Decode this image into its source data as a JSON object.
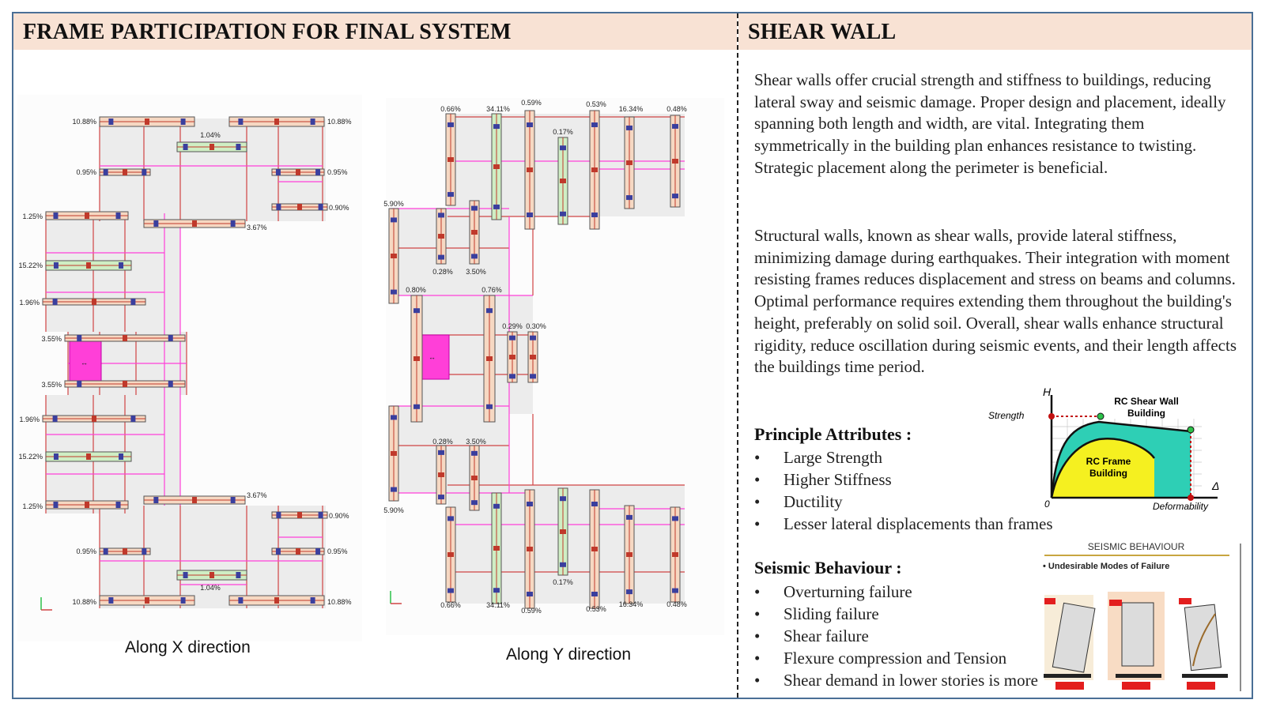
{
  "left_header": "FRAME PARTICIPATION FOR FINAL SYSTEM",
  "right_header": "SHEAR WALL",
  "plan_x": {
    "caption": "Along X direction",
    "labels": [
      "10.88%",
      "10.88%",
      "1.04%",
      "0.95%",
      "0.95%",
      "0.90%",
      "1.25%",
      "3.67%",
      "15.22%",
      "1.96%",
      "3.55%",
      "3.55%",
      "1.96%",
      "15.22%",
      "3.67%",
      "1.25%",
      "0.90%",
      "0.95%",
      "0.95%",
      "1.04%",
      "10.88%",
      "10.88%"
    ]
  },
  "plan_y": {
    "caption": "Along Y direction",
    "labels": [
      "0.66%",
      "34.11%",
      "0.59%",
      "0.53%",
      "16.34%",
      "0.48%",
      "0.17%",
      "5.90%",
      "0.28%",
      "3.50%",
      "0.80%",
      "0.76%",
      "0.29%",
      "0.30%",
      "0.28%",
      "3.50%",
      "5.90%",
      "0.17%",
      "0.66%",
      "34.11%",
      "0.59%",
      "0.53%",
      "16.34%",
      "0.48%"
    ]
  },
  "paragraph1": "Shear walls offer crucial strength and stiffness to buildings, reducing lateral sway and seismic damage. Proper design and placement, ideally spanning both length and width, are vital. Integrating them symmetrically in the building plan enhances resistance to twisting. Strategic placement along the perimeter is beneficial.",
  "paragraph2": "Structural walls, known as shear walls, provide lateral stiffness, minimizing damage during earthquakes. Their integration with moment resisting frames reduces displacement and stress on beams and columns. Optimal performance requires extending them throughout the building's height, preferably on solid soil. Overall, shear walls enhance structural rigidity, reduce oscillation during seismic events, and their length affects the buildings time period.",
  "principle": {
    "heading": "Principle Attributes :",
    "items": [
      "Large Strength",
      "Higher Stiffness",
      "Ductility",
      "Lesser lateral displacements than frames"
    ]
  },
  "seismic": {
    "heading": "Seismic Behaviour :",
    "items": [
      "Overturning failure",
      "Sliding failure",
      "Shear failure",
      "Flexure compression and Tension",
      "Shear demand in lower stories is more"
    ]
  },
  "bullet_symbol": "•",
  "graph": {
    "y_axis": "H",
    "x_axis": "Δ",
    "origin": "0",
    "strength": "Strength",
    "deformability": "Deformability",
    "shear_wall_line1": "RC Shear Wall",
    "shear_wall_line2": "Building",
    "frame_line1": "RC Frame",
    "frame_line2": "Building"
  },
  "seismic_figure": {
    "title": "SEISMIC BEHAVIOUR",
    "subtitle": "• Undesirable Modes of Failure"
  },
  "colors": {
    "header_bg": "#f8e2d4",
    "frame_border": "#4a6f96",
    "shear_wall_fill": "#2ecfb5",
    "frame_fill": "#f5f020",
    "wall_pink": "#ff3fd8"
  }
}
